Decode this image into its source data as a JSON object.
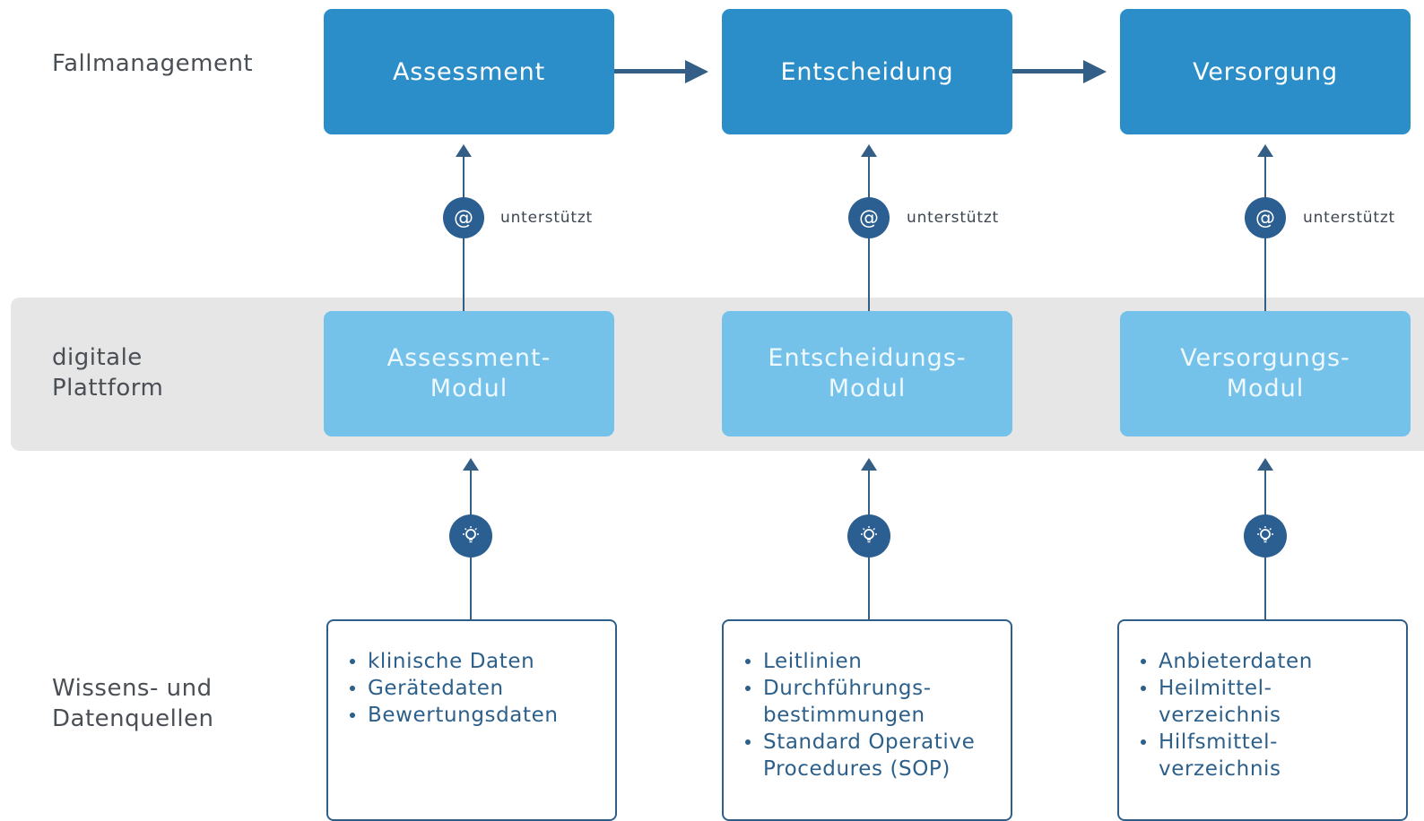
{
  "rows": {
    "fallmanagement": "Fallmanagement",
    "plattform": "digitale\nPlattform",
    "quellen": "Wissens- und\nDatenquellen"
  },
  "columns": [
    {
      "process": "Assessment",
      "module": "Assessment-\nModul",
      "support_label": "unterstützt",
      "sources": [
        "klinische Daten",
        "Gerätedaten",
        "Bewertungsdaten"
      ]
    },
    {
      "process": "Entscheidung",
      "module": "Entscheidungs-\nModul",
      "support_label": "unterstützt",
      "sources": [
        "Leitlinien",
        "Durchführungs-\nbestimmungen",
        "Standard Operative\nProcedures (SOP)"
      ]
    },
    {
      "process": "Versorgung",
      "module": "Versorgungs-\nModul",
      "support_label": "unterstützt",
      "sources": [
        "Anbieterdaten",
        "Heilmittel-\nverzeichnis",
        "Hilfsmittel-\nverzeichnis"
      ]
    }
  ],
  "icons": {
    "support": "@",
    "knowledge": "lightbulb-icon"
  },
  "colors": {
    "process": "#2b8ec9",
    "module": "#74c2ea",
    "band": "#e6e6e6",
    "accent": "#335e86"
  }
}
